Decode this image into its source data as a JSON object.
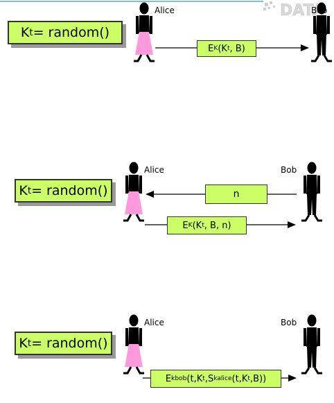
{
  "people": {
    "alice": "Alice",
    "bob": "Bob"
  },
  "key_expr": {
    "k": "K",
    "sub": "t",
    "rest": " = random()"
  },
  "scene1": {
    "message": {
      "prefix": "E",
      "k_sub": "K",
      "open": "(K",
      "t_sub": "t",
      "close": ", B)"
    }
  },
  "scene2": {
    "reply": "n",
    "message": {
      "prefix": "E",
      "k_sub": "K",
      "open": "(K",
      "t_sub": "t",
      "close": ", B, n)"
    }
  },
  "scene3": {
    "message": {
      "prefix": "E",
      "k_sub": "kbob",
      "part1": "(t,K",
      "t_sub": "t",
      "part2": ",S",
      "s_sub": "kalice",
      "part3": "(t,K",
      "t_sub2": "t",
      "part4": ",B))"
    }
  },
  "logo_text": "DATA",
  "colors": {
    "box_fill": "#ccff66",
    "alice_dress": "#ff99dd",
    "figure": "#000000",
    "top_rule": "#7fc3c9"
  }
}
